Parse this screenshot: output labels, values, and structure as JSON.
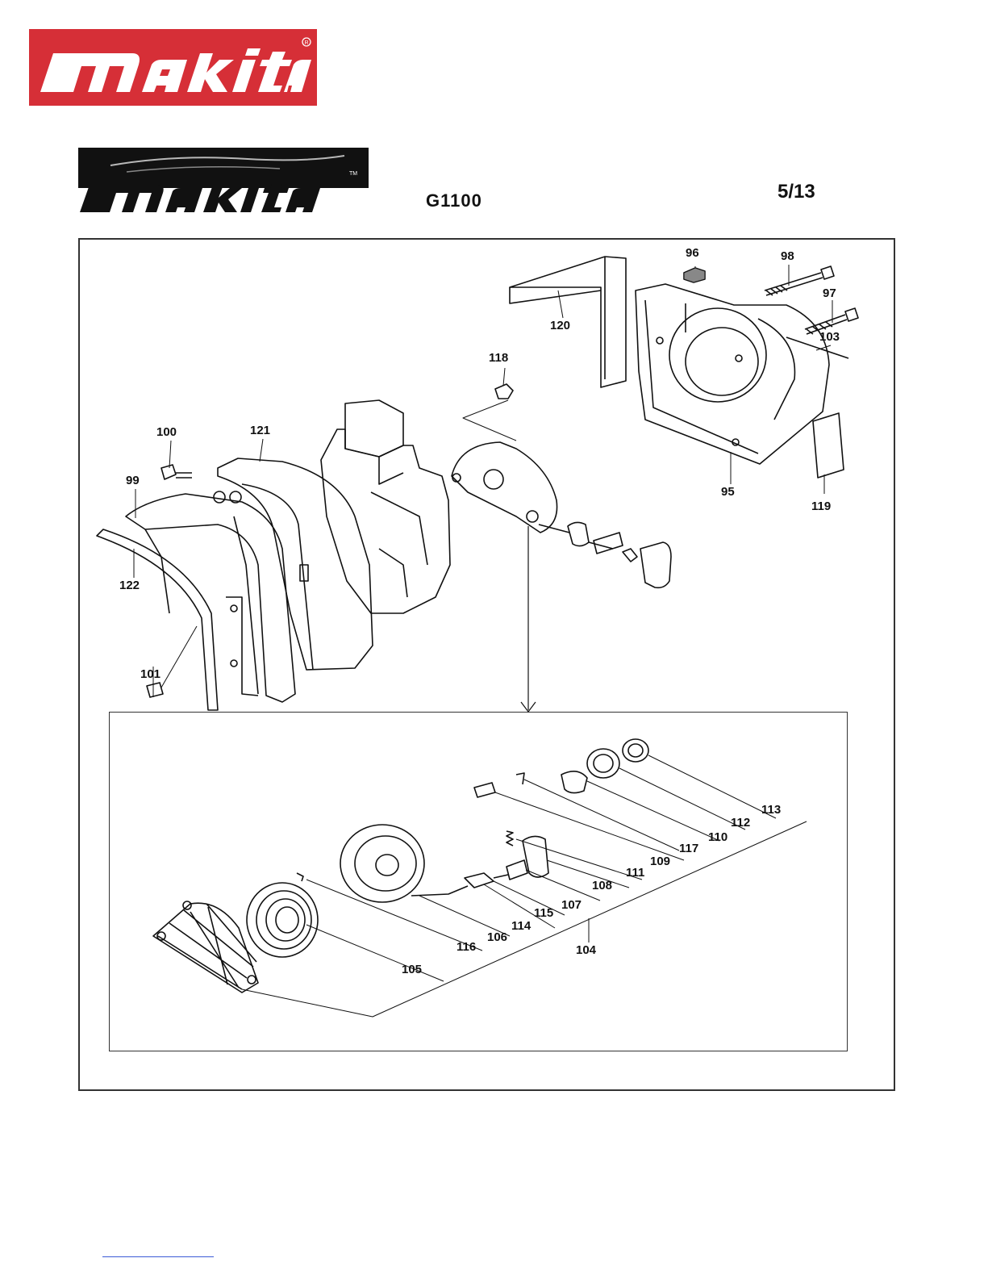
{
  "brand": {
    "name": "makita",
    "accent": "#d62f37"
  },
  "header": {
    "model": "G1100",
    "page": "5/13"
  },
  "parts": {
    "p95": "95",
    "p96": "96",
    "p97": "97",
    "p98": "98",
    "p99": "99",
    "p100": "100",
    "p101": "101",
    "p103": "103",
    "p104": "104",
    "p105": "105",
    "p106": "106",
    "p107": "107",
    "p108": "108",
    "p109": "109",
    "p110": "110",
    "p111": "111",
    "p112": "112",
    "p113": "113",
    "p114": "114",
    "p115": "115",
    "p116": "116",
    "p117": "117",
    "p118": "118",
    "p119": "119",
    "p120": "120",
    "p121": "121",
    "p122": "122"
  }
}
